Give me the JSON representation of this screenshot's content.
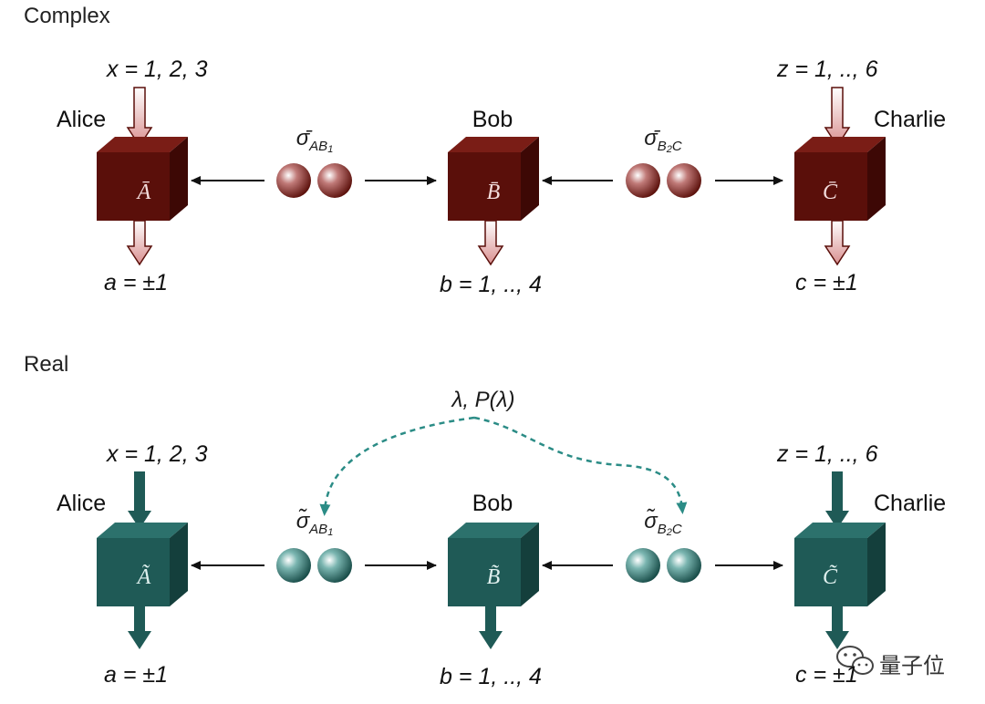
{
  "sections": {
    "complex": {
      "label": "Complex"
    },
    "real": {
      "label": "Real"
    }
  },
  "parties": {
    "alice": "Alice",
    "bob": "Bob",
    "charlie": "Charlie"
  },
  "complex": {
    "input_alice": "x = 1, 2, 3",
    "input_charlie": "z = 1, .., 6",
    "output_alice": "a = ±1",
    "output_bob": "b = 1, .., 4",
    "output_charlie": "c = ±1",
    "box_alice": "Ā",
    "box_bob": "B̄",
    "box_charlie": "C̄",
    "state_ab": "σ̄",
    "state_ab_sub": "AB",
    "state_ab_subsub": "1",
    "state_bc": "σ̄",
    "state_bc_sub_a": "B",
    "state_bc_subsub": "2",
    "state_bc_sub_b": "C"
  },
  "real": {
    "hidden_variable": "λ, P(λ)",
    "input_alice": "x = 1, 2, 3",
    "input_charlie": "z = 1, .., 6",
    "output_alice": "a = ±1",
    "output_bob": "b = 1, .., 4",
    "output_charlie": "c = ±1",
    "box_alice": "Ã",
    "box_bob": "B̃",
    "box_charlie": "C̃",
    "state_ab": "σ̃",
    "state_ab_sub": "AB",
    "state_ab_subsub": "1",
    "state_bc": "σ̃",
    "state_bc_sub_a": "B",
    "state_bc_subsub": "2",
    "state_bc_sub_b": "C"
  },
  "watermark": {
    "text": "量子位",
    "icon": "wechat-icon"
  },
  "colors": {
    "complex_box": "#5a0f0a",
    "complex_box_side": "#3d0805",
    "complex_box_top": "#7a1d16",
    "real_box": "#1f5a56",
    "real_box_side": "#143f3c",
    "real_box_top": "#2c716c",
    "dashed_arrow": "#2b8c86",
    "arrow": "#111111"
  }
}
